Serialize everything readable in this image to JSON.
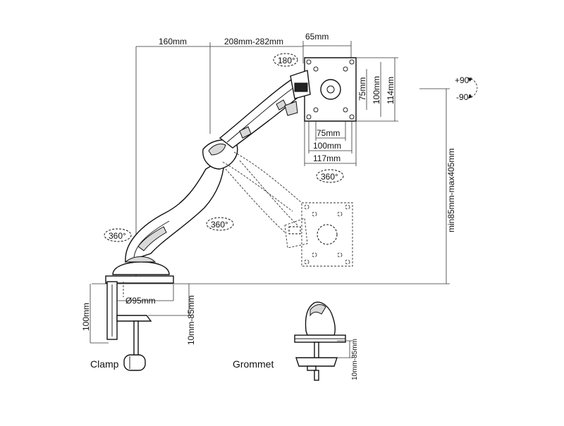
{
  "dimensions": {
    "arm_base_length": "160mm",
    "arm_extension": "208mm-282mm",
    "vesa_offset": "65mm",
    "vesa_inner_h": "75mm",
    "vesa_outer_h": "100mm",
    "plate_h": "114mm",
    "vesa_inner_w": "75mm",
    "vesa_outer_w": "100mm",
    "plate_w": "117mm",
    "height_range": "min85mm-max405mm",
    "base_diameter": "Ø95mm",
    "clamp_height": "100mm",
    "desk_thickness_clamp": "10mm-85mm",
    "desk_thickness_grommet": "10mm-85mm"
  },
  "rotations": {
    "head_tilt": "180°",
    "plate_swivel": "360°",
    "arm_swivel": "360°",
    "base_swivel": "360°",
    "tilt_up": "+90°",
    "tilt_down": "-90°"
  },
  "labels": {
    "clamp": "Clamp",
    "grommet": "Grommet"
  }
}
